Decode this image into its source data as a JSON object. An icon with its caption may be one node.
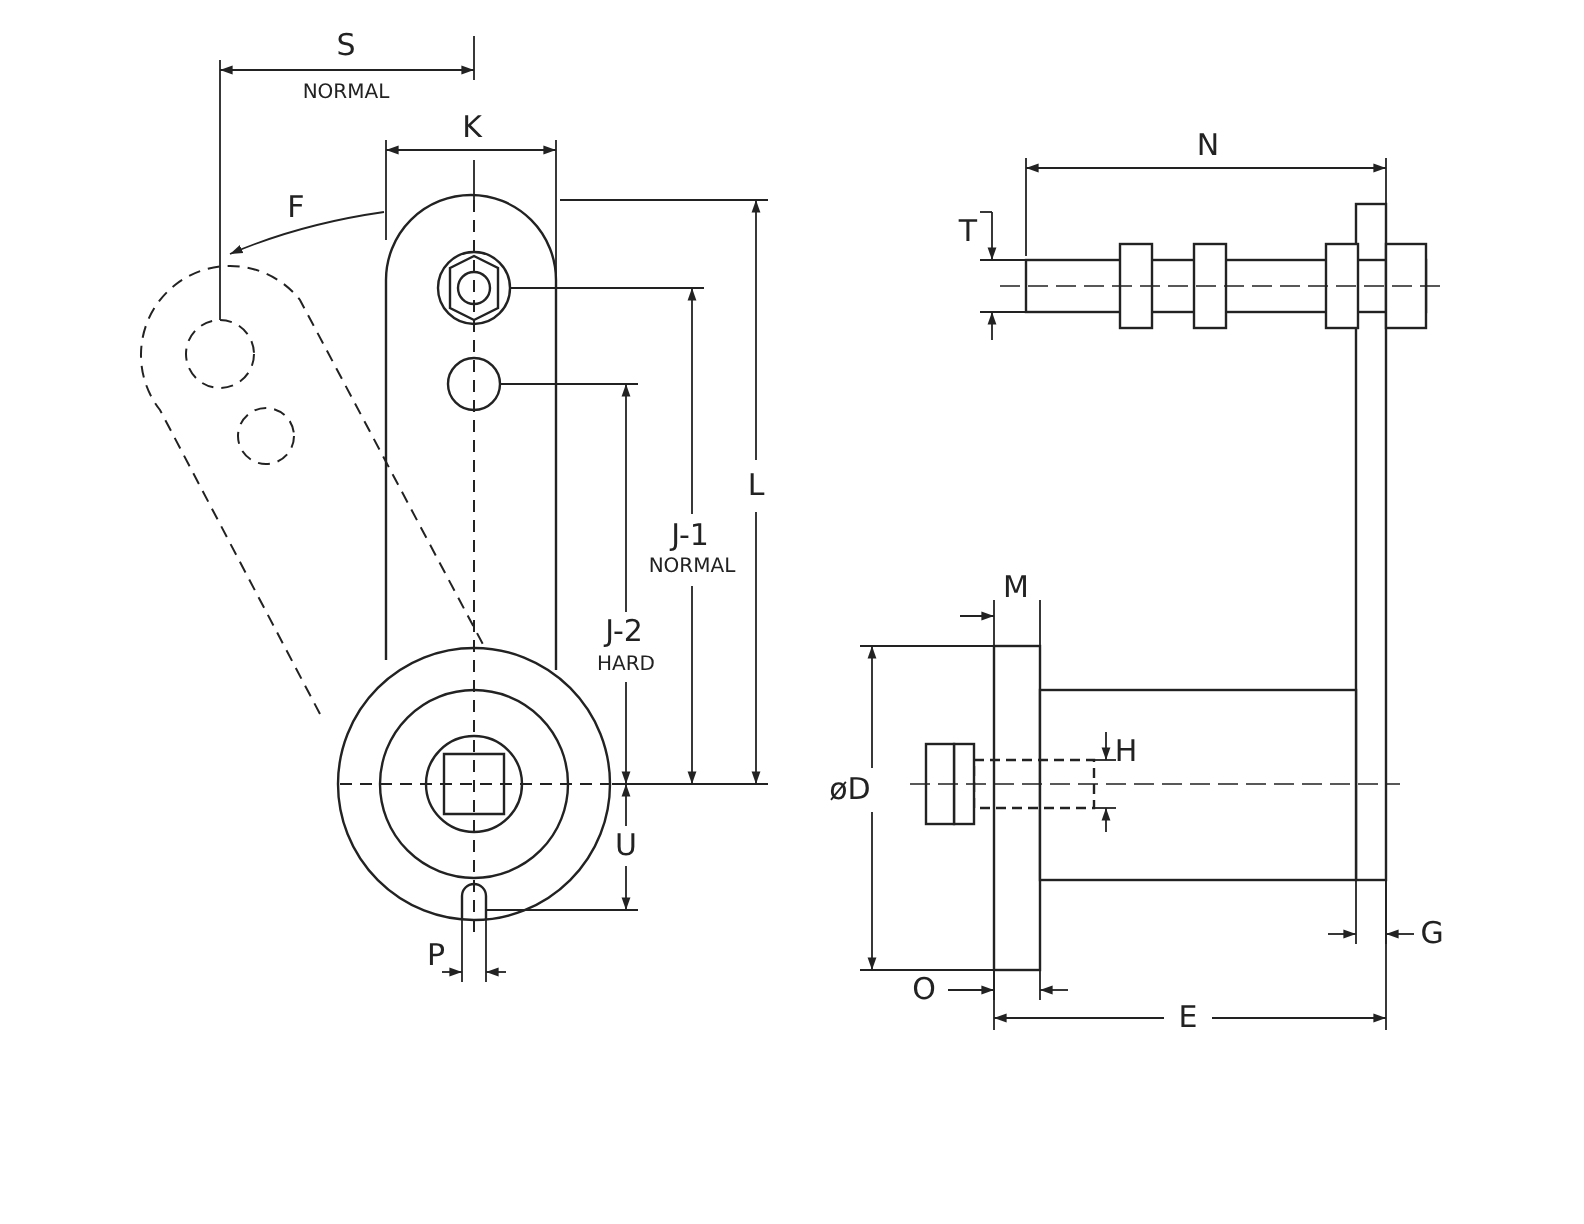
{
  "diagram": {
    "labels": [
      "S",
      "NORMAL",
      "K",
      "N",
      "F",
      "T",
      "L",
      "J-1",
      "NORMAL",
      "M",
      "J-2",
      "HARD",
      "H",
      "øD",
      "U",
      "G",
      "O",
      "P",
      "E"
    ]
  }
}
